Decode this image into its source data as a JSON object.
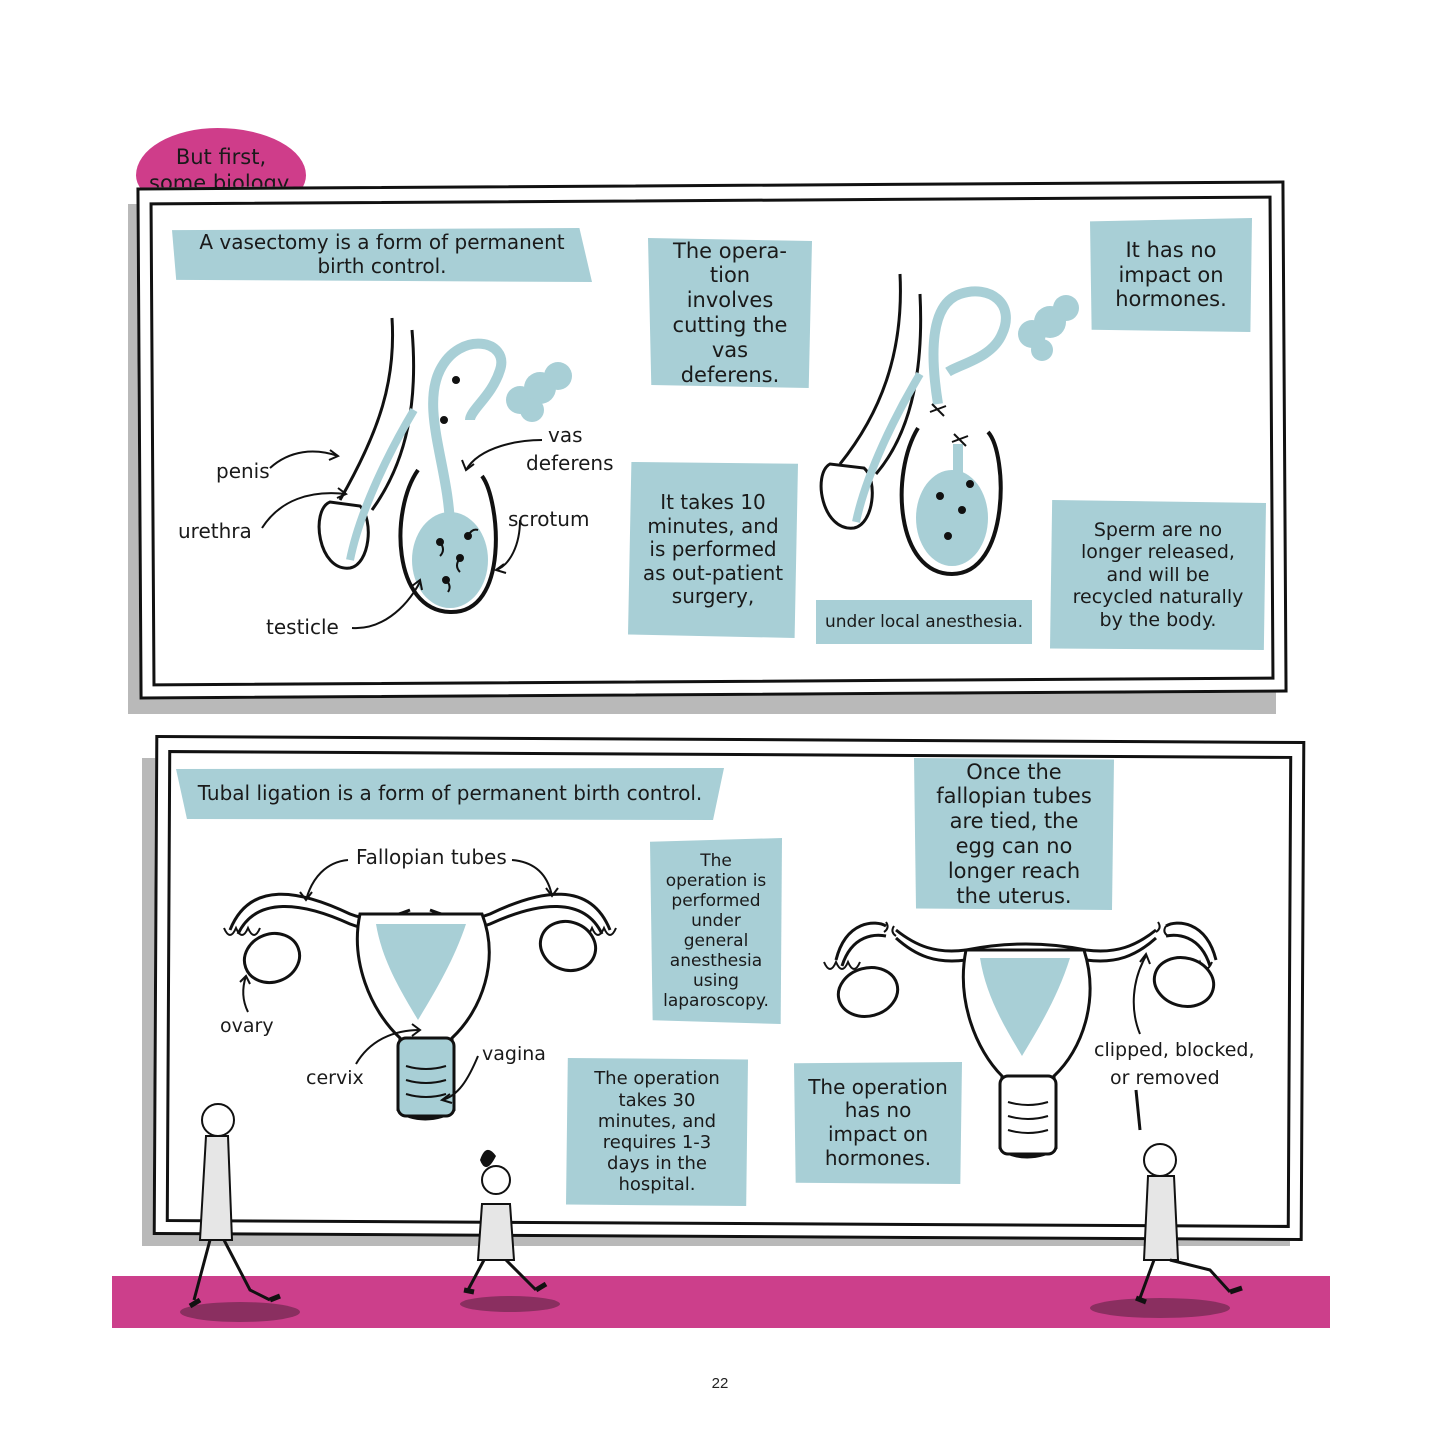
{
  "intro_bubble": {
    "line1": "But first,",
    "line2": "some biology."
  },
  "vasectomy_panel": {
    "headline": "A vasectomy is a form of permanent birth control.",
    "labels": {
      "penis": "penis",
      "urethra": "urethra",
      "testicle": "testicle",
      "vas_deferens_1": "vas",
      "vas_deferens_2": "deferens",
      "scrotum": "scrotum"
    },
    "captions": {
      "operation": "The opera-tion involves cutting the vas deferens.",
      "duration": "It takes 10 minutes, and is performed as out-patient surgery,",
      "anesthesia": "under local anesthesia.",
      "hormones": "It has no impact on hormones.",
      "sperm": "Sperm are no longer released, and will be recycled naturally by the body."
    }
  },
  "tubal_panel": {
    "headline": "Tubal ligation is a form of permanent birth control.",
    "labels": {
      "fallopian_tubes": "Fallopian tubes",
      "ovary": "ovary",
      "cervix": "cervix",
      "vagina": "vagina",
      "clipped_1": "clipped, blocked,",
      "clipped_2": "or removed"
    },
    "captions": {
      "general_anesthesia": "The operation is performed under general anesthesia using laparoscopy.",
      "duration": "The operation takes 30 minutes, and requires 1-3 days in the hospital.",
      "hormones": "The operation has no impact on hormones.",
      "egg": "Once the fallopian tubes are tied, the egg can no longer reach the uterus."
    }
  },
  "colors": {
    "caption_bg": "#a8cfd6",
    "accent_magenta": "#cc3f8b",
    "line": "#111111",
    "shadow": "#b9b9b9"
  },
  "page_number": "22"
}
